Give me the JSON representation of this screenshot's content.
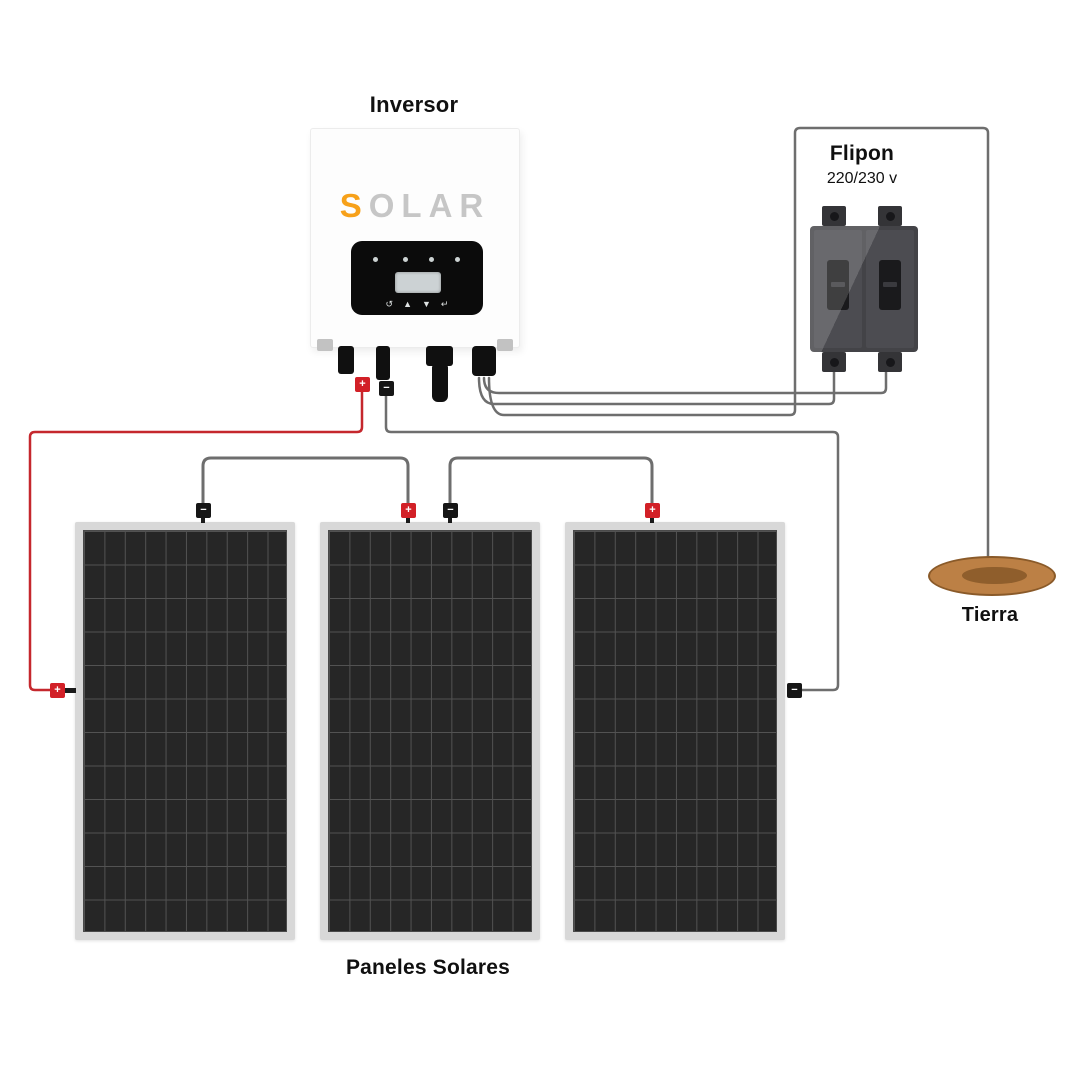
{
  "inverter": {
    "title": "Inversor",
    "logo": {
      "first": "S",
      "rest": "OLAR"
    },
    "display_buttons": [
      "↺",
      "▲",
      "▼",
      "↵"
    ]
  },
  "breaker": {
    "title": "Flipon",
    "voltage": "220/230 v"
  },
  "ground": {
    "label": "Tierra"
  },
  "panels": {
    "label": "Paneles Solares"
  },
  "connectors": {
    "plus": "+",
    "minus": "−"
  },
  "colors": {
    "wire_red": "#c5272d",
    "wire_gray": "#6e6e6e",
    "accent_orange": "#f7a11a",
    "ground_brown": "#bc8045",
    "text": "#101010"
  }
}
